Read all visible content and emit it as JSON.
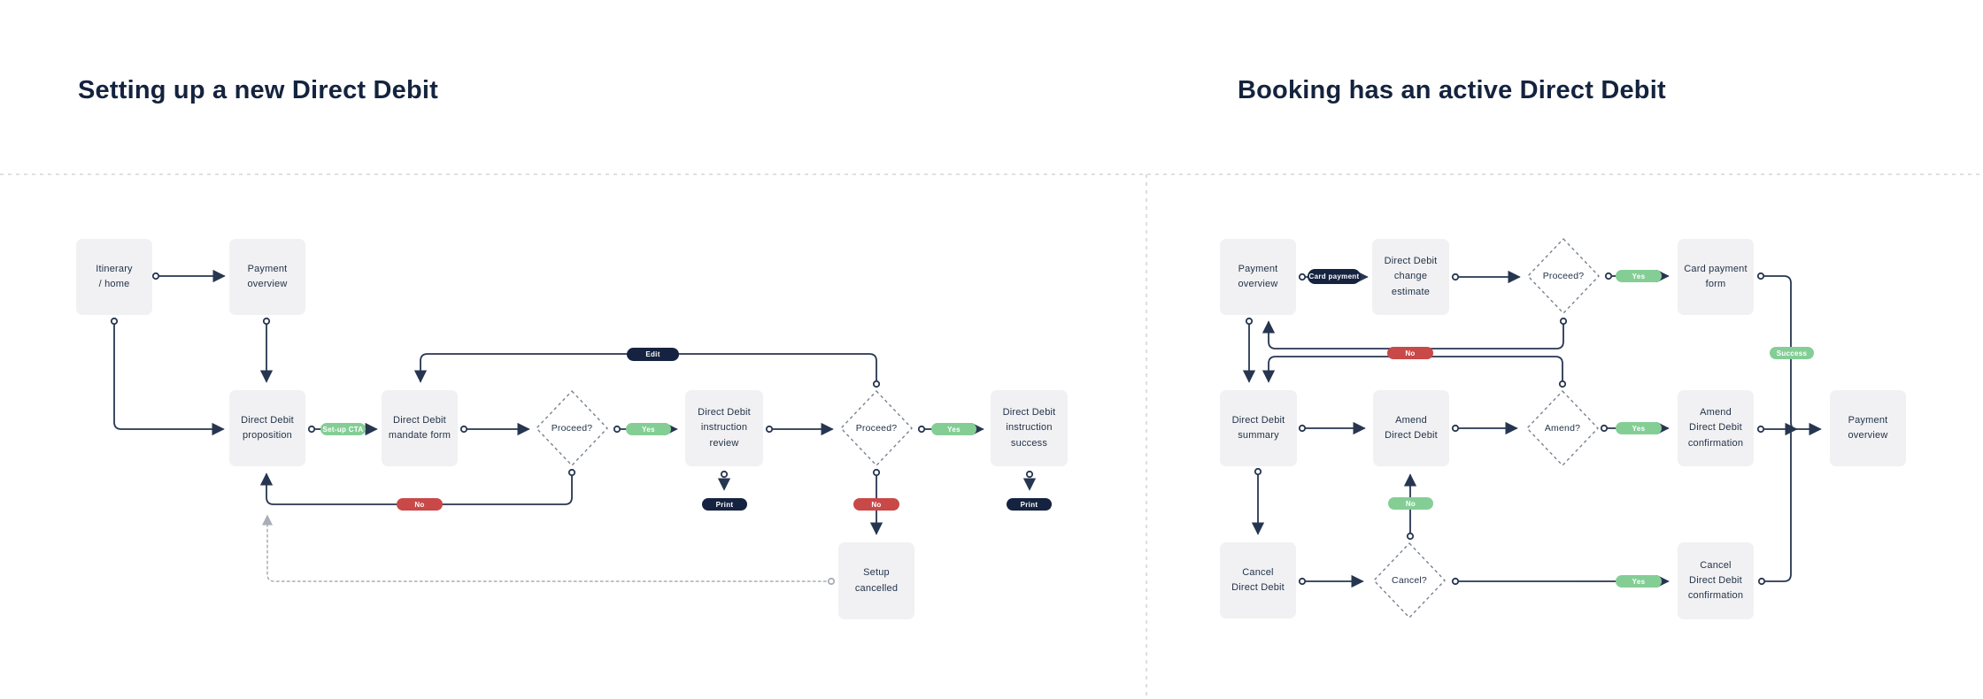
{
  "titles": {
    "left": "Setting up a new Direct Debit",
    "right": "Booking has an active Direct Debit"
  },
  "colors": {
    "ink": "#14233e",
    "line": "#273650",
    "box_fill": "#f1f1f3",
    "pill_green": "#84ce96",
    "pill_red": "#c94848",
    "pill_dark": "#152340",
    "divider": "#cbcdd1",
    "dotted_edge": "#a8aeb7"
  },
  "flow_left": {
    "nodes": {
      "itinerary": "Itinerary\n/ home",
      "payment_overview": "Payment\noverview",
      "proposition": "Direct Debit\nproposition",
      "mandate_form": "Direct Debit\nmandate form",
      "proceed_1": "Proceed?",
      "instruction_review": "Direct Debit\ninstruction review",
      "proceed_2": "Proceed?",
      "instruction_success": "Direct Debit\ninstruction\nsuccess",
      "setup_cancelled": "Setup cancelled"
    },
    "pills": {
      "setup_cta": "Set-up CTA",
      "yes_1": "Yes",
      "yes_2": "Yes",
      "edit": "Edit",
      "no_1": "No",
      "no_2": "No",
      "print_1": "Print",
      "print_2": "Print"
    },
    "edges": [
      {
        "from": "Itinerary / home",
        "to": "Payment overview",
        "label": ""
      },
      {
        "from": "Payment overview",
        "to": "Direct Debit proposition",
        "label": ""
      },
      {
        "from": "Itinerary / home",
        "to": "Direct Debit proposition",
        "label": ""
      },
      {
        "from": "Direct Debit proposition",
        "to": "Direct Debit mandate form",
        "label": "Set-up CTA"
      },
      {
        "from": "Direct Debit mandate form",
        "to": "Proceed?",
        "label": ""
      },
      {
        "from": "Proceed?",
        "to": "Direct Debit instruction review",
        "label": "Yes"
      },
      {
        "from": "Proceed?",
        "to": "Direct Debit proposition",
        "label": "No"
      },
      {
        "from": "Direct Debit instruction review",
        "to": "Proceed? (2)",
        "label": ""
      },
      {
        "from": "Direct Debit instruction review",
        "to": "Print",
        "label": "Print"
      },
      {
        "from": "Proceed? (2)",
        "to": "Direct Debit instruction success",
        "label": "Yes"
      },
      {
        "from": "Proceed? (2)",
        "to": "Direct Debit mandate form",
        "label": "Edit"
      },
      {
        "from": "Proceed? (2)",
        "to": "Setup cancelled",
        "label": "No"
      },
      {
        "from": "Direct Debit instruction success",
        "to": "Print",
        "label": "Print"
      },
      {
        "from": "Setup cancelled",
        "to": "Direct Debit proposition",
        "label": ""
      }
    ]
  },
  "flow_right": {
    "nodes": {
      "payment_overview": "Payment\noverview",
      "change_estimate": "Direct Debit\nchange estimate",
      "proceed": "Proceed?",
      "card_payment_form": "Card payment\nform",
      "dd_summary": "Direct Debit\nsummary",
      "amend_dd": "Amend\nDirect Debit",
      "amend": "Amend?",
      "amend_confirmation": "Amend\nDirect Debit\nconfirmation",
      "payment_overview_2": "Payment\noverview",
      "cancel_dd": "Cancel\nDirect Debit",
      "cancel": "Cancel?",
      "cancel_confirmation": "Cancel\nDirect Debit\nconfirmation"
    },
    "pills": {
      "card_payment": "Card payment",
      "yes_1": "Yes",
      "no_1": "No",
      "success": "Success",
      "yes_2": "Yes",
      "no_2": "No",
      "yes_3": "Yes"
    },
    "edges": [
      {
        "from": "Payment overview",
        "to": "Direct Debit change estimate",
        "label": "Card payment"
      },
      {
        "from": "Direct Debit change estimate",
        "to": "Proceed?",
        "label": ""
      },
      {
        "from": "Proceed?",
        "to": "Card payment form",
        "label": "Yes"
      },
      {
        "from": "Proceed?",
        "to": "Payment overview",
        "label": "No"
      },
      {
        "from": "Payment overview",
        "to": "Direct Debit summary",
        "label": ""
      },
      {
        "from": "Amend?",
        "to": "Direct Debit summary",
        "label": ""
      },
      {
        "from": "Direct Debit summary",
        "to": "Amend Direct Debit",
        "label": ""
      },
      {
        "from": "Amend Direct Debit",
        "to": "Amend?",
        "label": ""
      },
      {
        "from": "Amend?",
        "to": "Amend Direct Debit confirmation",
        "label": "Yes"
      },
      {
        "from": "Amend Direct Debit confirmation",
        "to": "Payment overview (2)",
        "label": ""
      },
      {
        "from": "Card payment form",
        "to": "Payment overview (2)",
        "label": "Success"
      },
      {
        "from": "Direct Debit summary",
        "to": "Cancel Direct Debit",
        "label": ""
      },
      {
        "from": "Cancel?",
        "to": "Amend Direct Debit",
        "label": "No"
      },
      {
        "from": "Cancel Direct Debit",
        "to": "Cancel?",
        "label": ""
      },
      {
        "from": "Cancel?",
        "to": "Cancel Direct Debit confirmation",
        "label": "Yes"
      },
      {
        "from": "Cancel Direct Debit confirmation",
        "to": "Payment overview (2)",
        "label": ""
      }
    ]
  }
}
